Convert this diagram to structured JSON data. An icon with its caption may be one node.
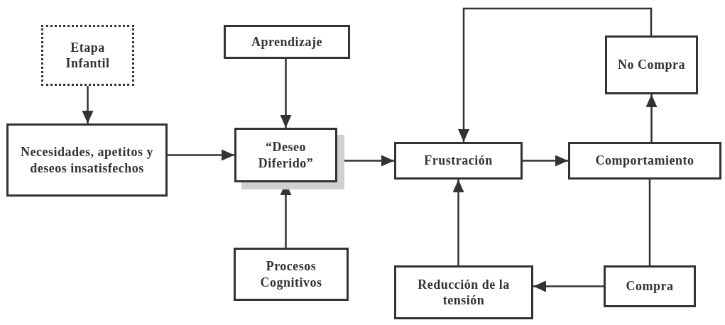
{
  "diagram": {
    "nodes": [
      {
        "text": [
          "Etapa Infantil"
        ]
      },
      {
        "text": [
          "Aprendizaje"
        ]
      },
      {
        "text": [
          "Necesidades, apetitos y deseos insatisfechos"
        ]
      },
      {
        "text": [
          "“Deseo Diferido”"
        ]
      },
      {
        "text": [
          "Procesos Cognitivos"
        ]
      },
      {
        "text": [
          "No Compra"
        ]
      },
      {
        "text": [
          "Frustración"
        ]
      },
      {
        "text": [
          "Comportamiento"
        ]
      },
      {
        "text": [
          "Reducción de la tensión"
        ]
      },
      {
        "text": [
          "Compra"
        ]
      }
    ],
    "edges": [
      {
        "from": 0,
        "to": 2,
        "arrow": "to"
      },
      {
        "from": 1,
        "to": 3,
        "arrow": "to"
      },
      {
        "from": 2,
        "to": 3,
        "arrow": "to"
      },
      {
        "from": 4,
        "to": 3,
        "arrow": "to"
      },
      {
        "from": 3,
        "to": 6,
        "arrow": "to"
      },
      {
        "from": 6,
        "to": 7,
        "arrow": "to"
      },
      {
        "from": 7,
        "to": 5,
        "arrow": "to"
      },
      {
        "from": 5,
        "to": 6,
        "arrow": "to"
      },
      {
        "from": 7,
        "to": 9,
        "arrow": "none"
      },
      {
        "from": 9,
        "to": 8,
        "arrow": "to"
      },
      {
        "from": 8,
        "to": 6,
        "arrow": "to"
      }
    ]
  }
}
